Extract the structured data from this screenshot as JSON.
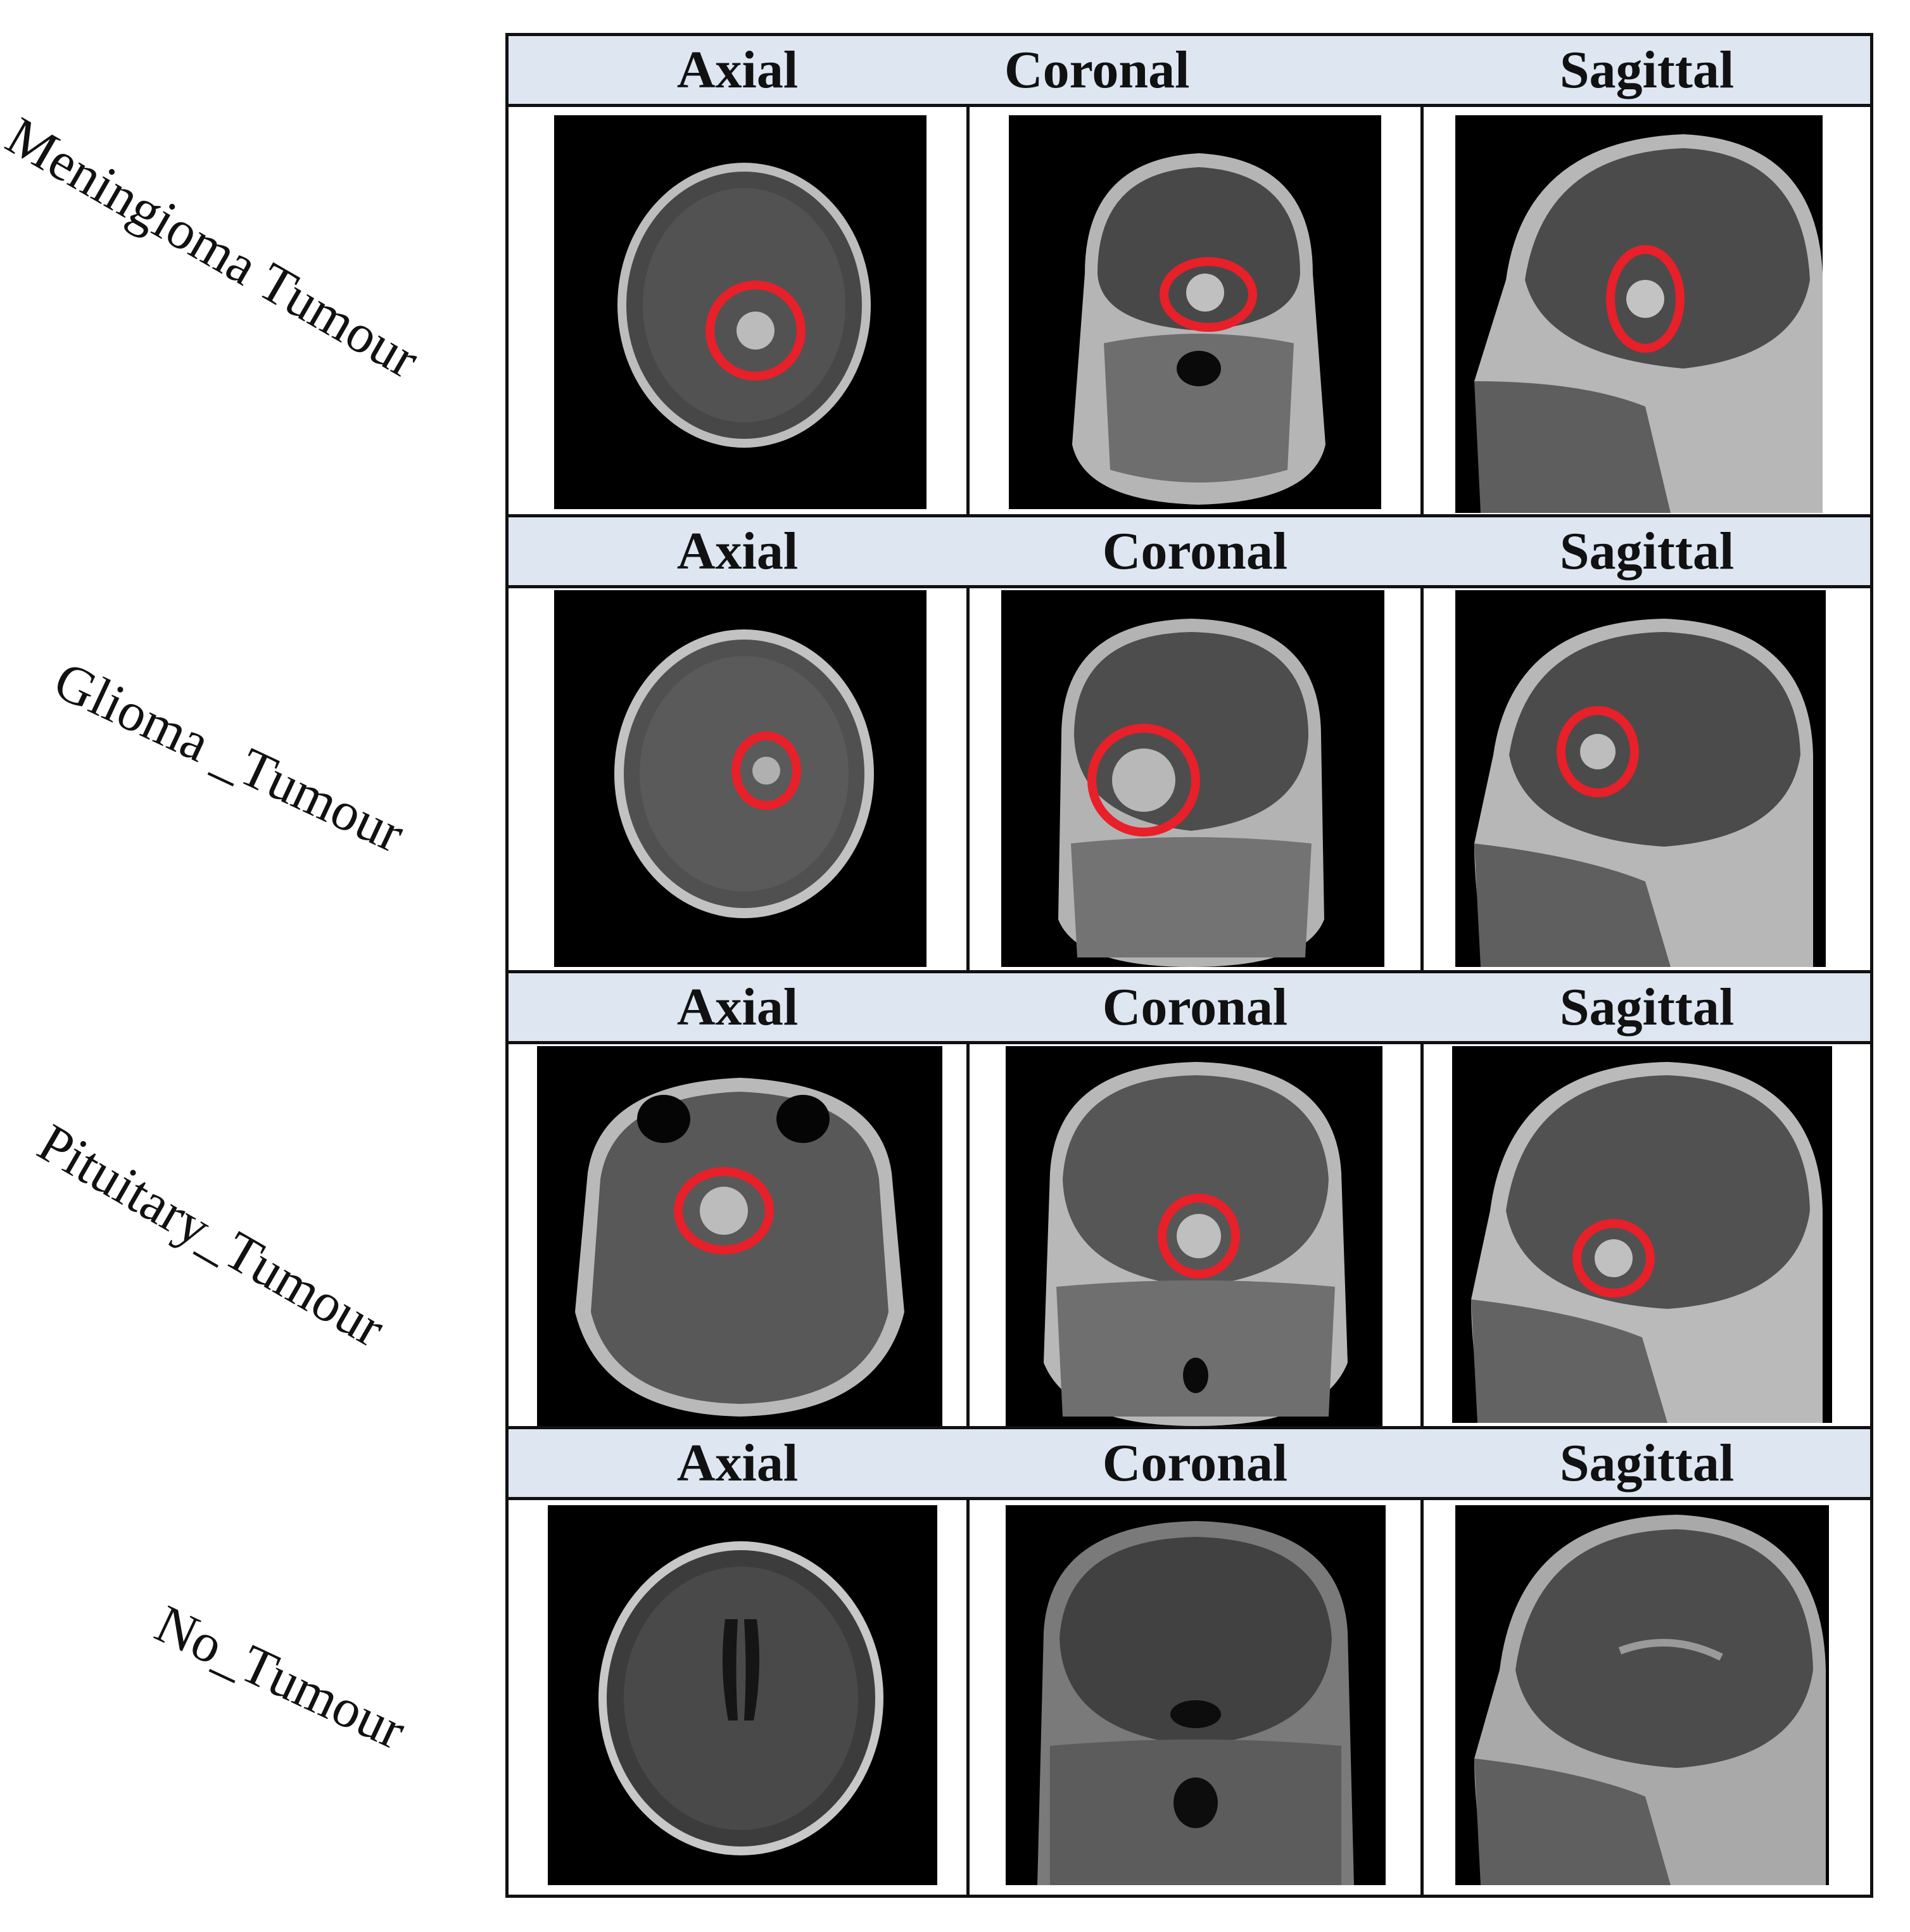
{
  "columns": [
    "Axial",
    "Coronal",
    "Sagittal"
  ],
  "rows": [
    {
      "label": "Meningioma Tumour",
      "tumour_marked": true
    },
    {
      "label": "Glioma _Tumour",
      "tumour_marked": true
    },
    {
      "label": "Pituitary_Tumour",
      "tumour_marked": true
    },
    {
      "label": "No_Tumour",
      "tumour_marked": false
    }
  ],
  "colors": {
    "header_bg": "#dde6f1",
    "border": "#111111",
    "marker": "#e8202a",
    "scan_bg": "#000000"
  }
}
